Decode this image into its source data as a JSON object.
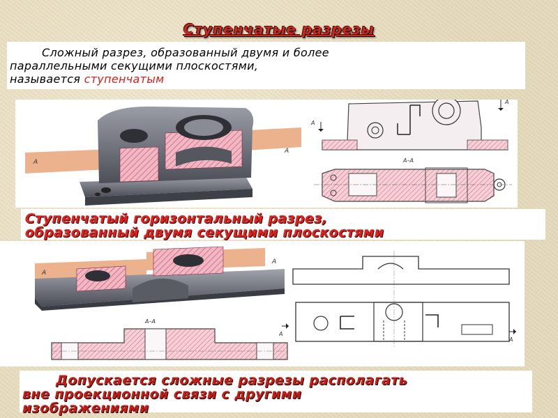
{
  "title": "Ступенчатые разрезы",
  "definition": {
    "line1": "Сложный разрез, образованный двумя и более",
    "line2": "параллельными секущими плоскостями,",
    "line3_prefix": "называется ",
    "line3_term": "ступенчатым"
  },
  "caption1": {
    "line1": "Ступенчатый горизонтальный разрез,",
    "line2": "образованный двумя секущими плоскостями"
  },
  "caption2": {
    "line1": "Допускается сложные разрезы располагать",
    "line2": "вне проекционной связи с другими",
    "line3": "изображениями"
  },
  "labels": {
    "plane_a": "А",
    "section_aa": "А–А"
  },
  "colors": {
    "title_red": "#c42a20",
    "hatch_pink": "#e89aa8",
    "plane_orange": "#e69a6a",
    "part_gray": "#6d6f78"
  }
}
